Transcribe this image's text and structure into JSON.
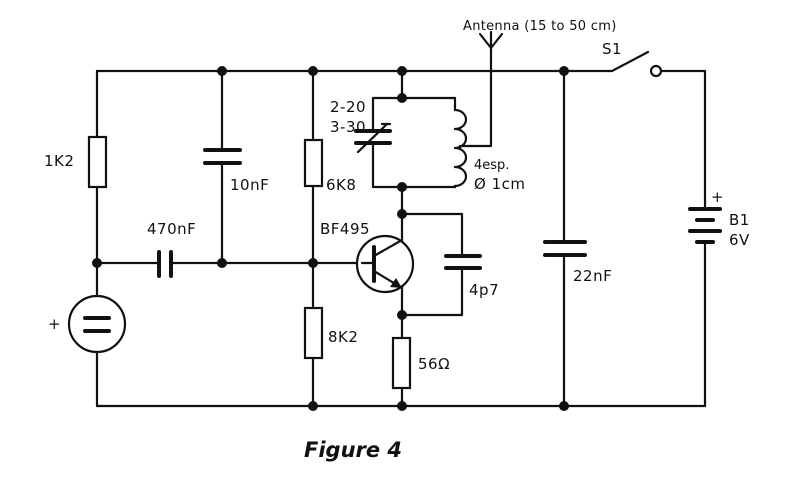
{
  "antenna_label": "Antenna (15 to 50 cm)",
  "switch_label": "S1",
  "battery": {
    "polarity": "+",
    "name": "B1",
    "voltage": "6V"
  },
  "mic_polarity": "+",
  "resistors": {
    "r1": "1K2",
    "r2": "6K8",
    "r3": "8K2",
    "r4": "56Ω"
  },
  "capacitors": {
    "c_top": "10nF",
    "c_coupling": "470nF",
    "c_feedback": "4p7",
    "c_supply": "22nF"
  },
  "trimmer": {
    "line1": "2-20",
    "line2": "3-30"
  },
  "coil": {
    "line1": "4esp.",
    "line2": "Ø 1cm"
  },
  "transistor": "BF495",
  "caption": "Figure 4"
}
